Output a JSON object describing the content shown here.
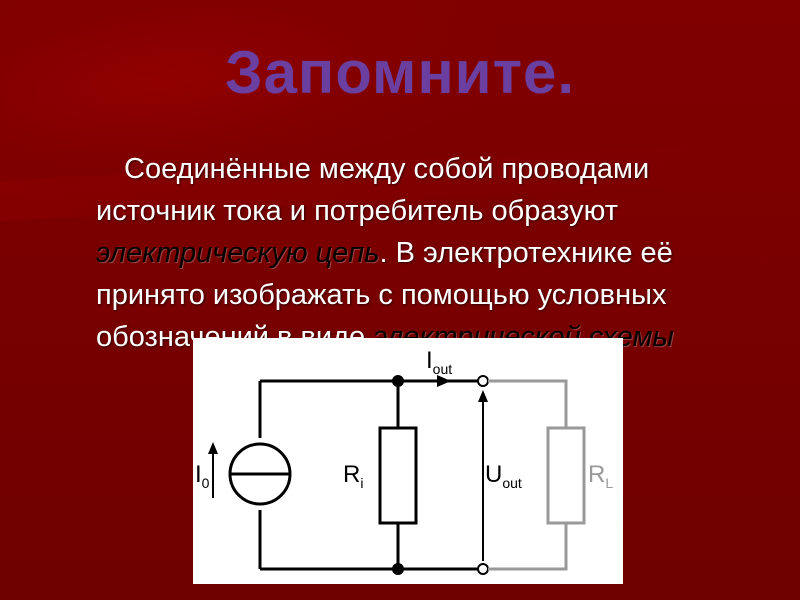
{
  "slide": {
    "title": "Запомните.",
    "text": {
      "part1": "Соединённые между собой проводами источник тока и потребитель образуют ",
      "highlight1": "электрическую цепь",
      "part2": ". В электротехнике её принято изображать с помощью условных обозначений в виде ",
      "highlight2": "электрической схемы"
    }
  },
  "circuit": {
    "source_label": "I",
    "source_sub": "0",
    "ri_label": "R",
    "ri_sub": "i",
    "iout_label": "I",
    "iout_sub": "out",
    "uout_label": "U",
    "uout_sub": "out",
    "rl_label": "R",
    "rl_sub": "L"
  },
  "colors": {
    "background": "#800000",
    "title": "#6b3fa0",
    "body_text": "#ffffff",
    "highlight_text": "#000000",
    "wire": "#000000",
    "load_wire": "#999999"
  }
}
